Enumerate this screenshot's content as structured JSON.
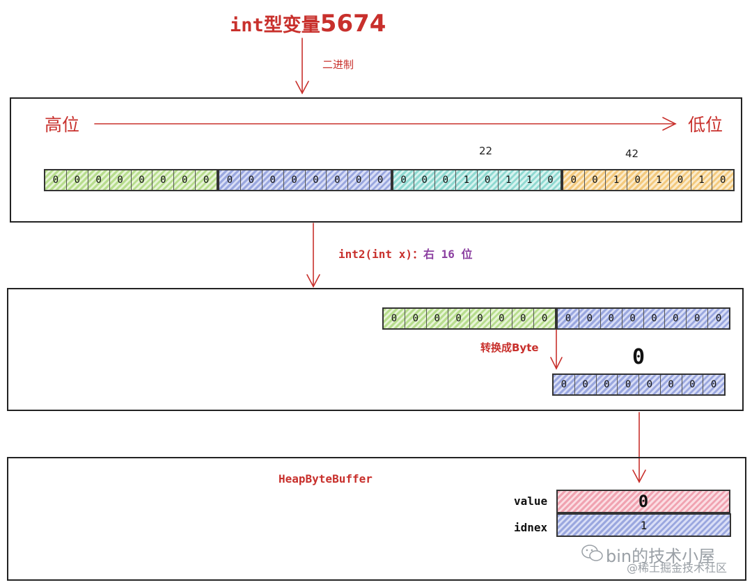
{
  "title": {
    "prefix": "int型变量",
    "number": "5674"
  },
  "binary_label": "二进制",
  "high_label": "高位",
  "low_label": "低位",
  "byte3_value": "22",
  "byte4_value": "42",
  "bytes_row1": [
    {
      "color": "green",
      "bits": [
        "0",
        "0",
        "0",
        "0",
        "0",
        "0",
        "0",
        "0"
      ]
    },
    {
      "color": "blue",
      "bits": [
        "0",
        "0",
        "0",
        "0",
        "0",
        "0",
        "0",
        "0"
      ]
    },
    {
      "color": "teal",
      "bits": [
        "0",
        "0",
        "0",
        "1",
        "0",
        "1",
        "1",
        "0"
      ]
    },
    {
      "color": "orange",
      "bits": [
        "0",
        "0",
        "1",
        "0",
        "1",
        "0",
        "1",
        "0"
      ]
    }
  ],
  "shift_label": {
    "prefix": "int2(int x)：",
    "direction": "右",
    "amount": "16",
    "unit": "位"
  },
  "bytes_row2": [
    {
      "color": "green",
      "bits": [
        "0",
        "0",
        "0",
        "0",
        "0",
        "0",
        "0",
        "0"
      ]
    },
    {
      "color": "blue",
      "bits": [
        "0",
        "0",
        "0",
        "0",
        "0",
        "0",
        "0",
        "0"
      ]
    }
  ],
  "convert_label": "转换成Byte",
  "result_value": "0",
  "byte_result": {
    "color": "blue",
    "bits": [
      "0",
      "0",
      "0",
      "0",
      "0",
      "0",
      "0",
      "0"
    ]
  },
  "buffer_label": "HeapByteBuffer",
  "fields": [
    {
      "name": "value",
      "value": "0",
      "color": "pink"
    },
    {
      "name": "idnex",
      "value": "1",
      "color": "blue"
    }
  ],
  "watermark": {
    "line1": "bin的技术小屋",
    "line2": "@稀土掘金技术社区"
  }
}
